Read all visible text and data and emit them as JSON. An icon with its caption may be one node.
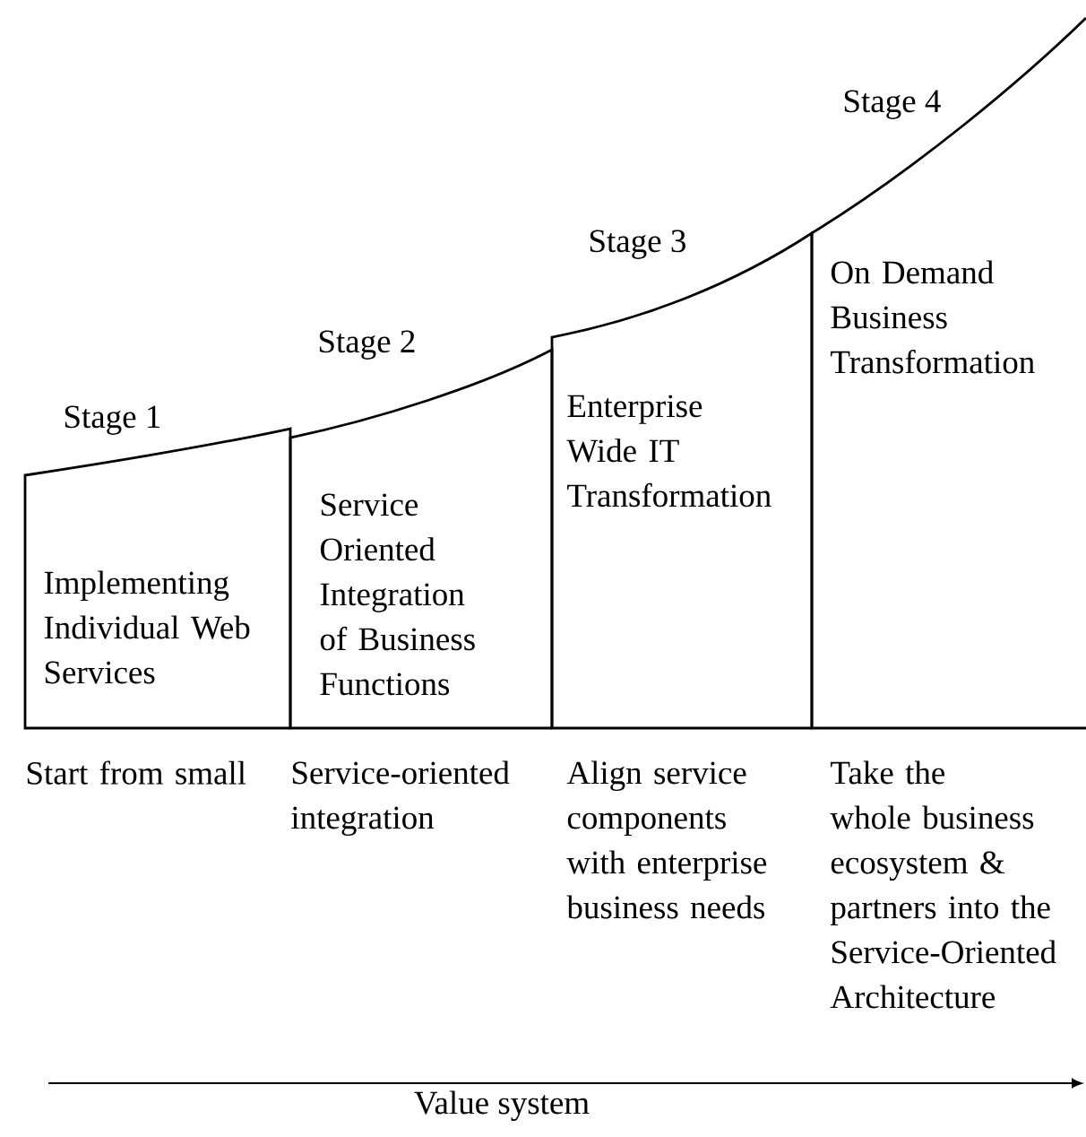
{
  "diagram": {
    "nodes": [
      {
        "text": [
          "Stage 1",
          "Implementing Individual Web Services"
        ],
        "beside": [
          "Start from small"
        ]
      },
      {
        "text": [
          "Stage 2",
          "Service Oriented Integration of Business Functions"
        ],
        "beside": [
          "Service-oriented integration"
        ]
      },
      {
        "text": [
          "Stage 3",
          "Enterprise Wide IT Transformation"
        ],
        "beside": [
          "Align service components with enterprise business needs"
        ]
      },
      {
        "text": [
          "Stage 4",
          "On Demand Business Transformation"
        ],
        "beside": [
          "Take the whole business ecosystem & partners into the Service-Oriented Architecture"
        ]
      }
    ],
    "labels": [
      "Value system"
    ]
  }
}
